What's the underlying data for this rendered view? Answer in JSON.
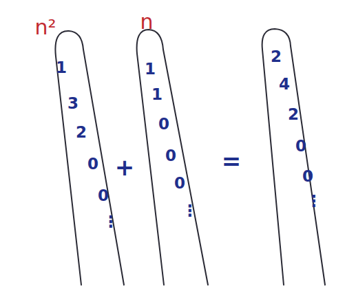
{
  "diagram": {
    "nodes": [
      {
        "text": [
          "n²",
          "1",
          "3",
          "2",
          "0",
          "0",
          "⋮"
        ]
      },
      {
        "text": [
          "n",
          "1",
          "1",
          "0",
          "0",
          "0",
          "⋮"
        ]
      },
      {
        "text": [
          "2",
          "4",
          "2",
          "0",
          "0",
          "⋮"
        ]
      }
    ],
    "labels": [
      "+",
      "="
    ]
  }
}
